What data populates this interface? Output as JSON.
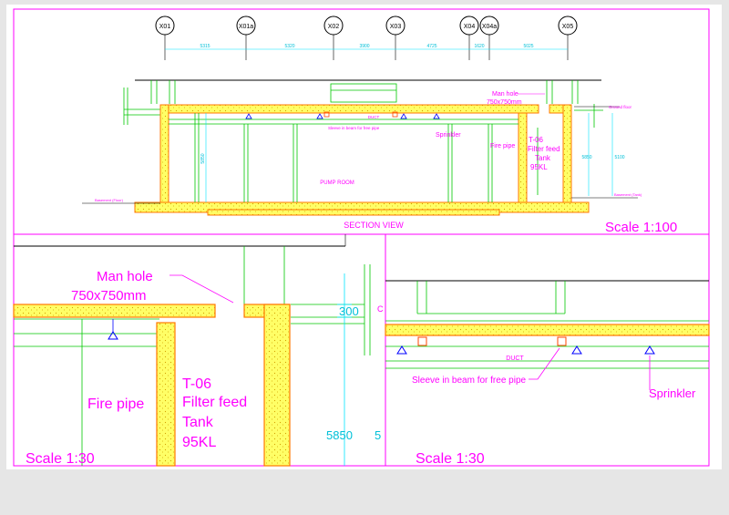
{
  "colors": {
    "frame": "#ff00ff",
    "structure": "#00c800",
    "concrete_fill": "#ffff66",
    "concrete_edge": "#ff7700",
    "dimension": "#00e5ff",
    "label": "#ff00ff",
    "sprinkler": "#0000ff",
    "line": "#000000"
  },
  "section": {
    "title": "SECTION VIEW",
    "scale": "Scale 1:100",
    "grid_labels": [
      "X01",
      "X01a",
      "X02",
      "X03",
      "X04",
      "X04a",
      "X05"
    ],
    "grid_dims": [
      "5315",
      "5320",
      "3900",
      "4725",
      "1620",
      "5025"
    ],
    "man_hole_line1": "Man hole",
    "man_hole_line2": "750x750mm",
    "ground_floor": "Ground floor",
    "basement_floor": "Basement (Floor)",
    "basement_tank": "Basement (Tank)",
    "duct": "DUCT",
    "sleeve": "Sleeve in beam for free pipe",
    "sprinkler": "Sprinkler",
    "fire_pipe": "Fire pipe",
    "tank_line1": "T-06",
    "tank_line2": "Filter feed",
    "tank_line3": "Tank",
    "tank_line4": "95KL",
    "pump_room": "PUMP ROOM",
    "dim_left": "5850",
    "dim_right_1": "5850",
    "dim_right_2": "5100"
  },
  "detail_left": {
    "man_hole_line1": "Man hole",
    "man_hole_line2": "750x750mm",
    "dim_300": "300",
    "dim_5850": "5850",
    "dim_partial": "5",
    "dim_edge": "C",
    "fire_pipe": "Fire pipe",
    "tank_line1": "T-06",
    "tank_line2": "Filter feed",
    "tank_line3": "Tank",
    "tank_line4": "95KL",
    "scale": "Scale 1:30"
  },
  "detail_right": {
    "duct": "DUCT",
    "sleeve": "Sleeve in beam for free pipe",
    "sprinkler": "Sprinkler",
    "scale": "Scale 1:30"
  }
}
